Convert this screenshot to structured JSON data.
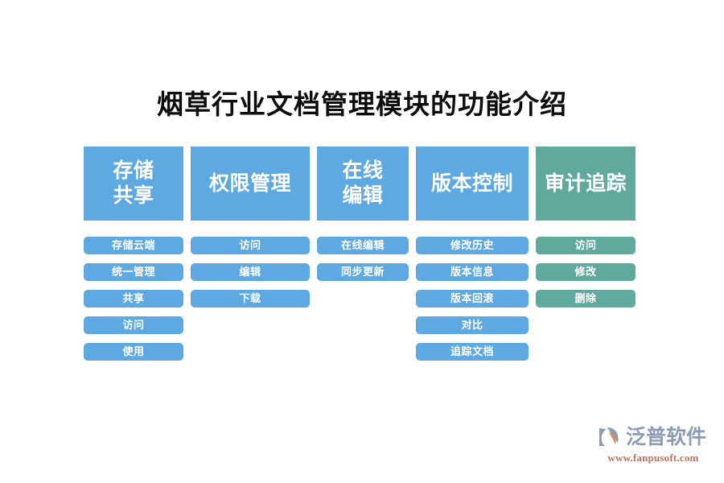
{
  "slide": {
    "background_color": "#ffffff",
    "title": "烟草行业文档管理模块的功能介绍"
  },
  "colors": {
    "blue": "#5FA9E2",
    "green": "#5FAA9C",
    "title_text": "#0d0d0d",
    "logo_word": "#8D9CB5",
    "logo_url": "#C4705E"
  },
  "columns": [
    {
      "header_lines": [
        "存储",
        "共享"
      ],
      "header_text": "存储共享",
      "color": "#5FA9E2",
      "theme": "blue",
      "items": [
        "存储云端",
        "统一管理",
        "共享",
        "访问",
        "使用"
      ]
    },
    {
      "header_lines": [
        "权限管理"
      ],
      "header_text": "权限管理",
      "color": "#5FA9E2",
      "theme": "blue",
      "items": [
        "访问",
        "编辑",
        "下载"
      ]
    },
    {
      "header_lines": [
        "在线",
        "编辑"
      ],
      "header_text": "在线编辑",
      "color": "#5FA9E2",
      "theme": "blue",
      "items": [
        "在线编辑",
        "同步更新"
      ]
    },
    {
      "header_lines": [
        "版本控制"
      ],
      "header_text": "版本控制",
      "color": "#5FA9E2",
      "theme": "blue",
      "items": [
        "修改历史",
        "版本信息",
        "版本回滚",
        "对比",
        "追踪文档"
      ]
    },
    {
      "header_lines": [
        "审计追踪"
      ],
      "header_text": "审计追踪",
      "color": "#5FAA9C",
      "theme": "green",
      "items": [
        "访问",
        "修改",
        "删除"
      ]
    }
  ],
  "logo": {
    "icon": "fanpu-swoosh-logo-icon",
    "brand": "泛普软件",
    "url": "www.fanpusoft.com"
  }
}
